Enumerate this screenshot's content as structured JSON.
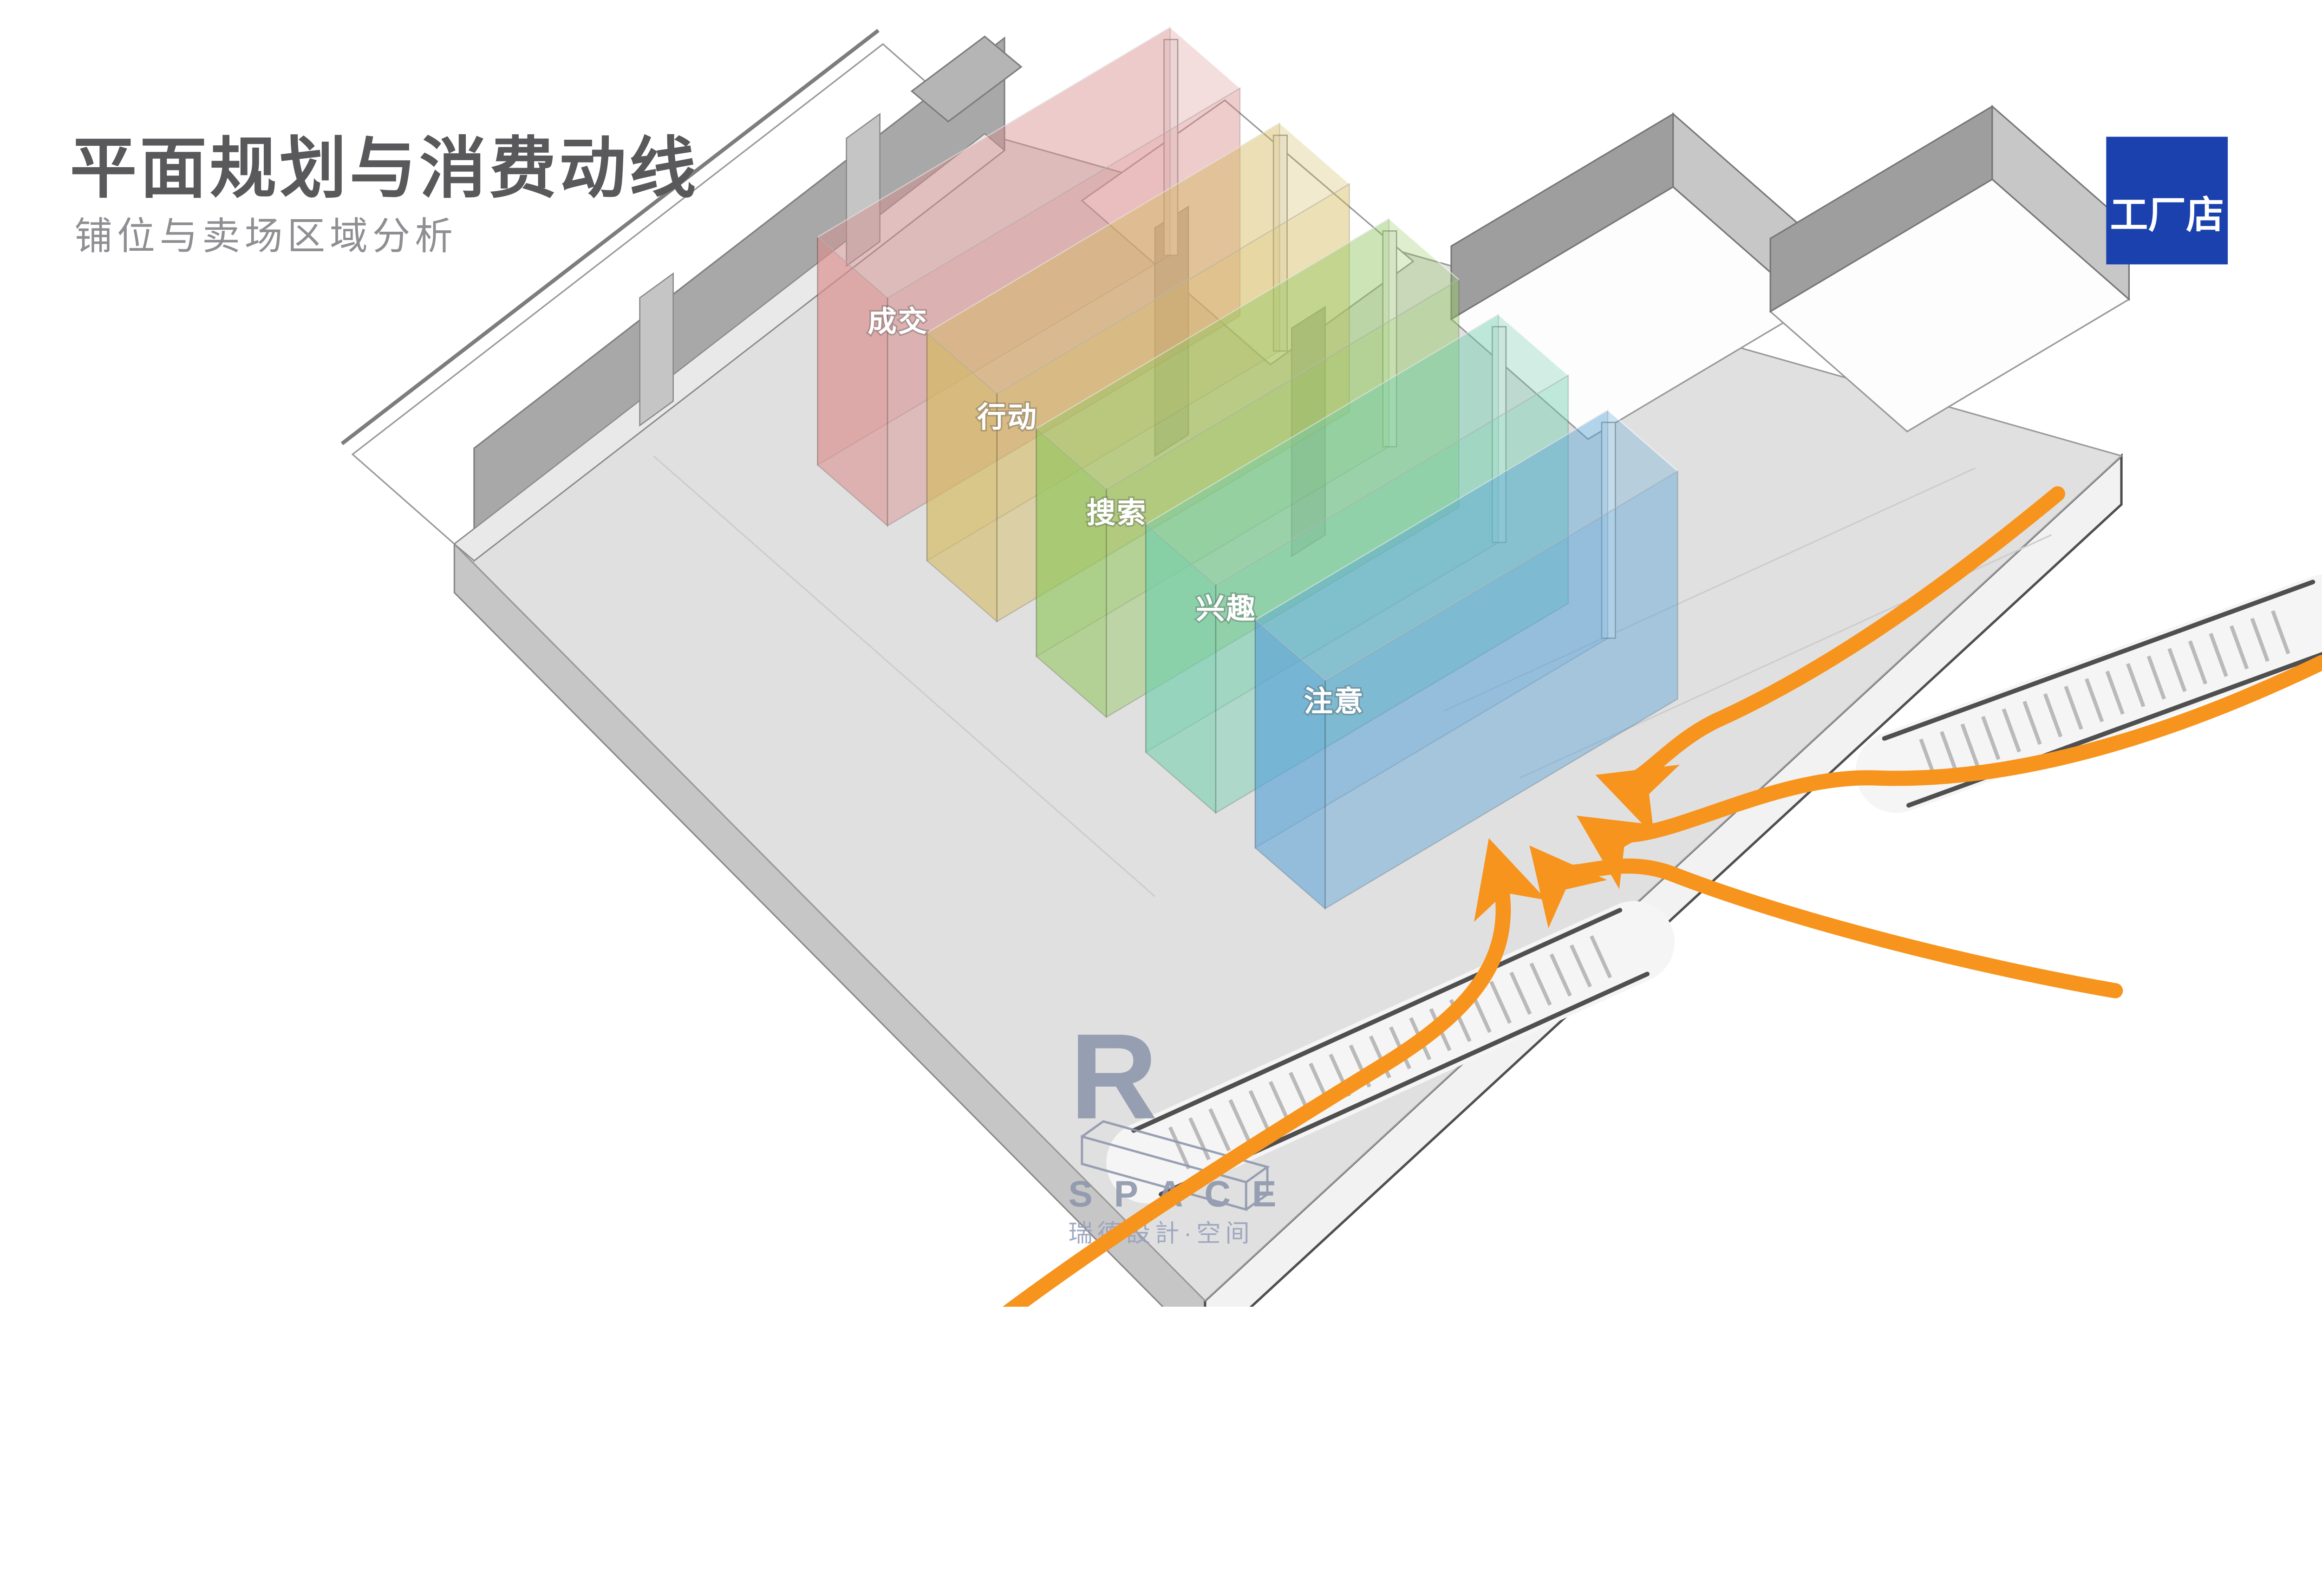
{
  "slide": {
    "title": "平面规划与消费动线",
    "subtitle": "铺位与卖场区域分析"
  },
  "badge": {
    "label": "工厂店",
    "bg_color": "#1b41ae",
    "text_color": "#ffffff"
  },
  "diagram": {
    "kind": "axonometric-floor-plan-with-consumer-flow",
    "zones": [
      {
        "id": "deal",
        "label": "成交",
        "color": "#d98f8d"
      },
      {
        "id": "action",
        "label": "行动",
        "color": "#d4ba5e"
      },
      {
        "id": "search",
        "label": "搜索",
        "color": "#92c75f"
      },
      {
        "id": "interest",
        "label": "兴趣",
        "color": "#72ceac"
      },
      {
        "id": "attention",
        "label": "注意",
        "color": "#5ba4d7"
      }
    ],
    "flow_color": "#f7941e",
    "floor_color": "#e0e0e0",
    "wall_color": "#a8a8a8",
    "escalator_count": 2
  },
  "watermark": {
    "initial": "R",
    "brand": "SPACE",
    "caption": "瑞德設計·空间",
    "color": "#8e97ad"
  }
}
